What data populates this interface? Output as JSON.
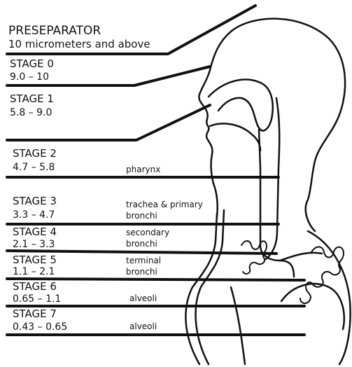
{
  "title": "PRESEPARATOR",
  "subtitle": "10 micrometers and above",
  "stages": [
    {
      "name": "STAGE 0",
      "range": "9.0 – 10"
    },
    {
      "name": "STAGE 1",
      "range": "5.8 – 9.0"
    },
    {
      "name": "STAGE 2",
      "range": "4.7 – 5.8",
      "organ": [
        "pharynx"
      ]
    },
    {
      "name": "STAGE 3",
      "range": "3.3 – 4.7",
      "organ": [
        "trachea & primary",
        "bronchi"
      ]
    },
    {
      "name": "STAGE 4",
      "range": "2.1 – 3.3",
      "organ": [
        "secondary",
        "bronchi"
      ]
    },
    {
      "name": "STAGE 5",
      "range": "1.1 – 2.1",
      "organ": [
        "terminal",
        "bronchi"
      ]
    },
    {
      "name": "STAGE 6",
      "range": "0.65 – 1.1",
      "organ": [
        "alveoli"
      ]
    },
    {
      "name": "STAGE 7",
      "range": "0.43 – 0.65",
      "organ": [
        "alveoli"
      ]
    }
  ]
}
